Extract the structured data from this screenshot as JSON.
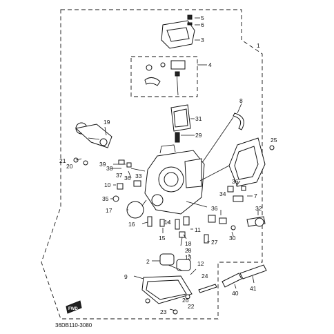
{
  "diagram_code": "36DB110-3080",
  "fwd_text": "FWD",
  "callouts": {
    "c1": "1",
    "c2": "2",
    "c3": "3",
    "c4": "4",
    "c5": "5",
    "c6": "6",
    "c7": "7",
    "c8": "8",
    "c9": "9",
    "c10": "10",
    "c11": "11",
    "c12": "12",
    "c13": "13",
    "c14": "14",
    "c15": "15",
    "c16": "16",
    "c17": "17",
    "c18": "18",
    "c19": "19",
    "c20": "20",
    "c21": "21",
    "c22": "22",
    "c23": "23",
    "c24": "24",
    "c25": "25",
    "c26": "26",
    "c27": "27",
    "c28": "28",
    "c29": "29",
    "c30": "30",
    "c31": "31",
    "c32": "32",
    "c33": "33",
    "c34": "34",
    "c35": "35",
    "c36": "36",
    "c36b": "36",
    "c36c": "36",
    "c37": "37",
    "c38": "38",
    "c39": "39",
    "c40": "40",
    "c41": "41"
  }
}
